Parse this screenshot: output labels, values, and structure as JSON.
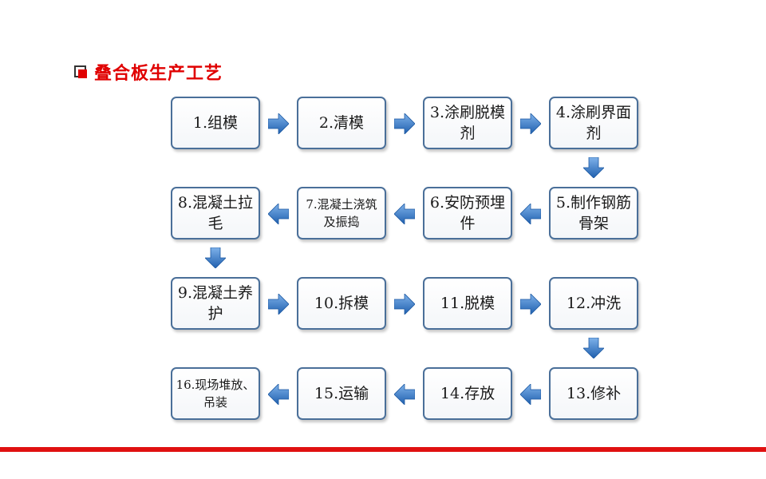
{
  "title": "叠合板生产工艺",
  "colors": {
    "title": "#e00000",
    "box_border": "#4a6f99",
    "arrow": "#2f74c0",
    "bottom_line": "#e01010"
  },
  "steps": [
    "1.组模",
    "2.清模",
    "3.涂刷脱模剂",
    "4.涂刷界面剂",
    "5.制作钢筋骨架",
    "6.安防预埋件",
    "7.混凝土浇筑及振捣",
    "8.混凝土拉毛",
    "9.混凝土养护",
    "10.拆模",
    "11.脱模",
    "12.冲洗",
    "13.修补",
    "14.存放",
    "15.运输",
    "16.现场堆放、吊装"
  ],
  "flow": [
    {
      "from": 1,
      "to": 2,
      "direction": "right"
    },
    {
      "from": 2,
      "to": 3,
      "direction": "right"
    },
    {
      "from": 3,
      "to": 4,
      "direction": "right"
    },
    {
      "from": 4,
      "to": 5,
      "direction": "down"
    },
    {
      "from": 5,
      "to": 6,
      "direction": "left"
    },
    {
      "from": 6,
      "to": 7,
      "direction": "left"
    },
    {
      "from": 7,
      "to": 8,
      "direction": "left"
    },
    {
      "from": 8,
      "to": 9,
      "direction": "down"
    },
    {
      "from": 9,
      "to": 10,
      "direction": "right"
    },
    {
      "from": 10,
      "to": 11,
      "direction": "right"
    },
    {
      "from": 11,
      "to": 12,
      "direction": "right"
    },
    {
      "from": 12,
      "to": 13,
      "direction": "down"
    },
    {
      "from": 13,
      "to": 14,
      "direction": "left"
    },
    {
      "from": 14,
      "to": 15,
      "direction": "left"
    },
    {
      "from": 15,
      "to": 16,
      "direction": "left"
    }
  ]
}
